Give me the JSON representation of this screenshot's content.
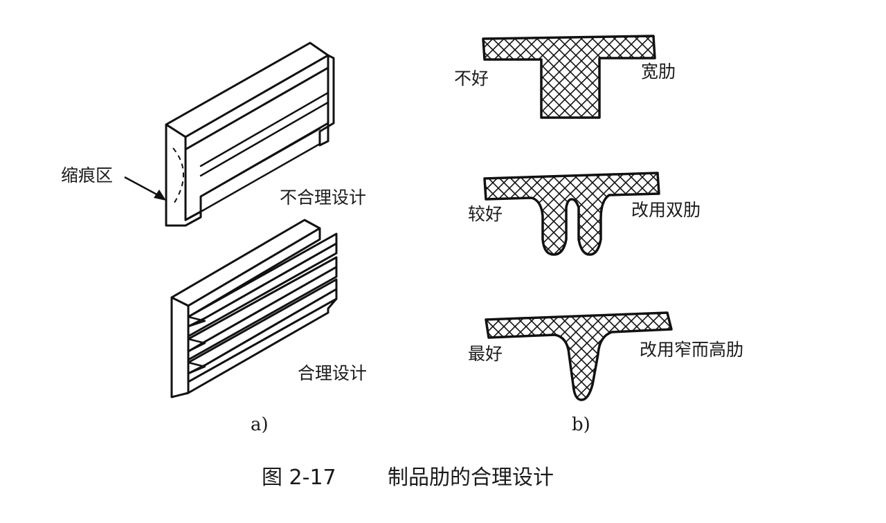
{
  "panel_a": {
    "shrink_label": "缩痕区",
    "bad_label": "不合理设计",
    "good_label": "合理设计",
    "sub_label": "a)"
  },
  "panel_b": {
    "row1_left": "不好",
    "row1_right": "宽肋",
    "row2_left": "较好",
    "row2_right": "改用双肋",
    "row3_left": "最好",
    "row3_right": "改用窄而高肋",
    "sub_label": "b)"
  },
  "caption": {
    "number": "图 2-17",
    "title": "制品肋的合理设计"
  }
}
